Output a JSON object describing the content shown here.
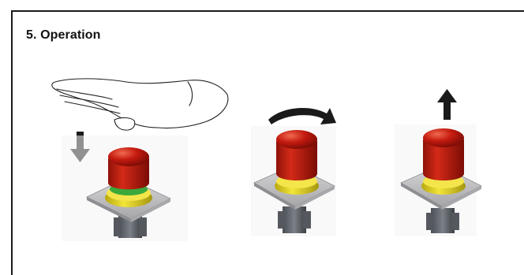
{
  "section": {
    "title": "5. Operation"
  },
  "steps": [
    {
      "action": "press-down",
      "icon": "arrow-down-icon"
    },
    {
      "action": "rotate-clockwise",
      "icon": "curved-arrow-clockwise-icon"
    },
    {
      "action": "pull-up",
      "icon": "arrow-up-icon"
    }
  ],
  "colors": {
    "cap_red": "#c41a0f",
    "collar_yellow": "#e8d81a",
    "indicator_green": "#3aa83a",
    "plate_grey": "#bfbfc2",
    "arrow_black": "#1a1a1a"
  }
}
